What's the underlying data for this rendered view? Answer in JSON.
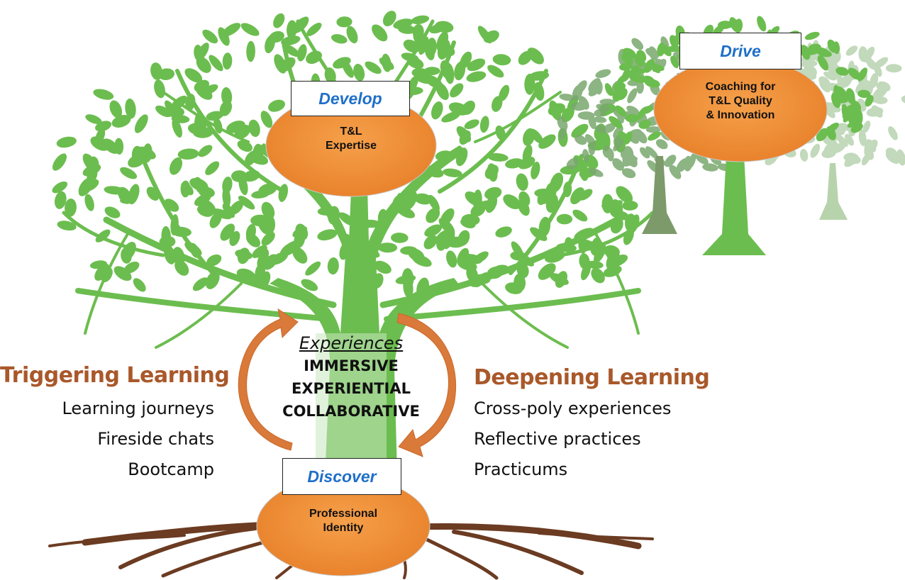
{
  "boxes": {
    "develop": "Develop",
    "drive": "Drive",
    "discover": "Discover"
  },
  "ovals": {
    "develop": [
      "T&L",
      "Expertise"
    ],
    "drive": [
      "Coaching for",
      "T&L Quality",
      "& Innovation"
    ],
    "discover": [
      "Professional",
      "Identity"
    ]
  },
  "center": {
    "heading": "Experiences",
    "lines": [
      "IMMERSIVE",
      "EXPERIENTIAL",
      "COLLABORATIVE"
    ]
  },
  "triggering": {
    "title": "Triggering Learning",
    "items": [
      "Learning journeys",
      "Fireside chats",
      "Bootcamp"
    ]
  },
  "deepening": {
    "title": "Deepening Learning",
    "items": [
      "Cross-poly experiences",
      "Reflective practices",
      "Practicums"
    ]
  },
  "colors": {
    "tree_green": "#6cbd4f",
    "orange": "#f0892f",
    "brown": "#6b3b22",
    "label_blue": "#1f6fc8",
    "heading_brown": "#a9582a"
  }
}
